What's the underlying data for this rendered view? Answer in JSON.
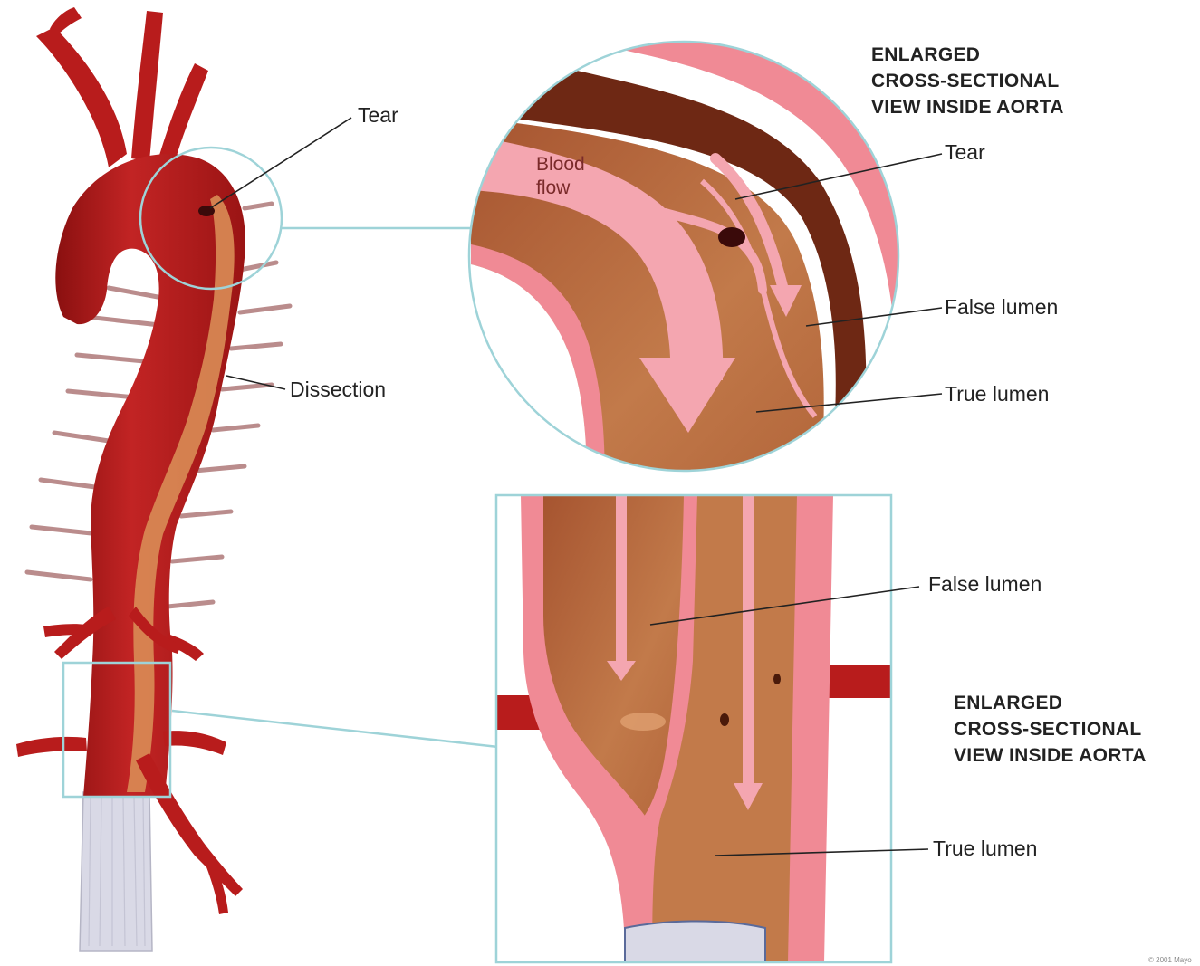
{
  "figure": {
    "labels": {
      "tear_overview": "Tear",
      "dissection": "Dissection",
      "tear_detail": "Tear",
      "blood_flow_line1": "Blood",
      "blood_flow_line2": "flow",
      "false_lumen_upper": "False lumen",
      "true_lumen_upper": "True lumen",
      "false_lumen_lower": "False lumen",
      "true_lumen_lower": "True lumen"
    },
    "headings": {
      "upper": [
        "ENLARGED",
        "CROSS-SECTIONAL",
        "VIEW INSIDE AORTA"
      ],
      "lower": [
        "ENLARGED",
        "CROSS-SECTIONAL",
        "VIEW INSIDE AORTA"
      ]
    },
    "copyright": "© 2001 Mayo"
  },
  "colors": {
    "artery": "#b81c1c",
    "artery_dark": "#8a1010",
    "dissection": "#d98c55",
    "lumen": "#b8693c",
    "wall": "#f08a95",
    "flow_arrow": "#f4a6b0",
    "highlight": "#9ed3d8",
    "stent": "#d9d9e6"
  }
}
